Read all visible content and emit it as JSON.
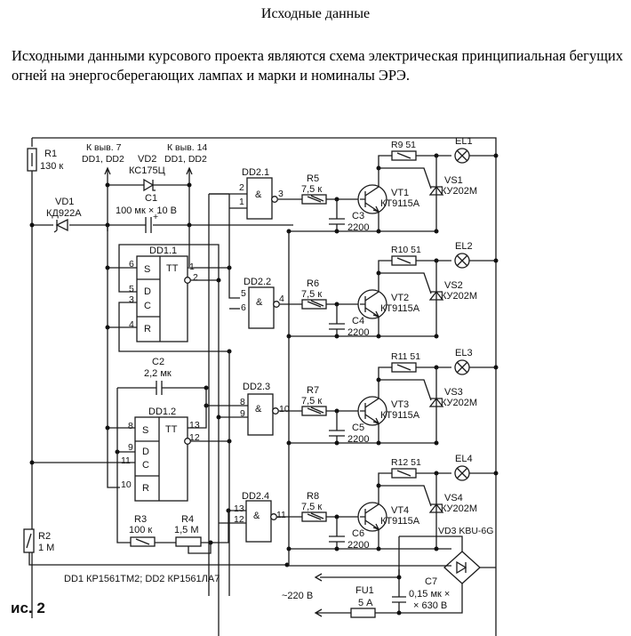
{
  "document": {
    "heading": "Исходные данные",
    "paragraph": "Исходными данными курсового проекта являются схема электрическая принципиальная бегущих огней на энергосберегающих лампах и марки и номиналы ЭРЭ."
  },
  "schematic": {
    "figure_label": "ис. 2",
    "chip_note": "DD1 КР1561ТМ2; DD2 КР1561ЛА7",
    "supply_note_left": "К выв. 7",
    "supply_note_left2": "DD1, DD2",
    "supply_note_right": "К выв. 14",
    "supply_note_right2": "DD1, DD2",
    "mains": "~220 В",
    "components": {
      "R1": {
        "ref": "R1",
        "value": "130 к"
      },
      "R2": {
        "ref": "R2",
        "value": "1 М"
      },
      "R3": {
        "ref": "R3",
        "value": "100 к"
      },
      "R4": {
        "ref": "R4",
        "value": "1,5 М"
      },
      "R5": {
        "ref": "R5",
        "value": "7,5 к"
      },
      "R6": {
        "ref": "R6",
        "value": "7,5 к"
      },
      "R7": {
        "ref": "R7",
        "value": "7,5 к"
      },
      "R8": {
        "ref": "R8",
        "value": "7,5 к"
      },
      "R9": {
        "label": "R9 51"
      },
      "R10": {
        "label": "R10 51"
      },
      "R11": {
        "label": "R11 51"
      },
      "R12": {
        "label": "R12 51"
      },
      "VD1": {
        "ref": "VD1",
        "value": "КД922А"
      },
      "VD2": {
        "ref": "VD2",
        "value": "КС175Ц"
      },
      "VD3": {
        "label": "VD3 KBU-6G"
      },
      "C1": {
        "ref": "C1",
        "value": "100 мк × 10 В"
      },
      "C2": {
        "ref": "C2",
        "value": "2,2 мк"
      },
      "C3": {
        "ref": "C3",
        "value": "2200"
      },
      "C4": {
        "ref": "C4",
        "value": "2200"
      },
      "C5": {
        "ref": "C5",
        "value": "2200"
      },
      "C6": {
        "ref": "C6",
        "value": "2200"
      },
      "C7": {
        "ref": "C7",
        "value": "0,15 мк ×",
        "value2": "× 630 В"
      },
      "FU1": {
        "ref": "FU1",
        "value": "5 А"
      },
      "DD1_1": {
        "ref": "DD1.1",
        "func": "TT",
        "pins": {
          "S": "6",
          "D": "5",
          "C": "3",
          "R": "4",
          "Q": "1",
          "nQ": "2"
        }
      },
      "DD1_2": {
        "ref": "DD1.2",
        "func": "TT",
        "pins": {
          "S": "8",
          "D": "9",
          "C": "11",
          "R": "10",
          "Q": "13",
          "nQ": "12"
        }
      },
      "DD2_1": {
        "ref": "DD2.1",
        "func": "&",
        "pins": {
          "a": "2",
          "b": "1",
          "out": "3"
        }
      },
      "DD2_2": {
        "ref": "DD2.2",
        "func": "&",
        "pins": {
          "a": "5",
          "b": "6",
          "out": "4"
        }
      },
      "DD2_3": {
        "ref": "DD2.3",
        "func": "&",
        "pins": {
          "a": "8",
          "b": "9",
          "out": "10"
        }
      },
      "DD2_4": {
        "ref": "DD2.4",
        "func": "&",
        "pins": {
          "a": "13",
          "b": "12",
          "out": "11"
        }
      },
      "channels": [
        {
          "vt": "VT1",
          "vt_type": "КТ9115А",
          "vs": "VS1",
          "vs_type": "КУ202М",
          "el": "EL1"
        },
        {
          "vt": "VT2",
          "vt_type": "КТ9115А",
          "vs": "VS2",
          "vs_type": "КУ202М",
          "el": "EL2"
        },
        {
          "vt": "VT3",
          "vt_type": "КТ9115А",
          "vs": "VS3",
          "vs_type": "КУ202М",
          "el": "EL3"
        },
        {
          "vt": "VT4",
          "vt_type": "КТ9115А",
          "vs": "VS4",
          "vs_type": "КУ202М",
          "el": "EL4"
        }
      ],
      "ff_labels": {
        "S": "S",
        "D": "D",
        "C": "C",
        "R": "R"
      }
    }
  }
}
